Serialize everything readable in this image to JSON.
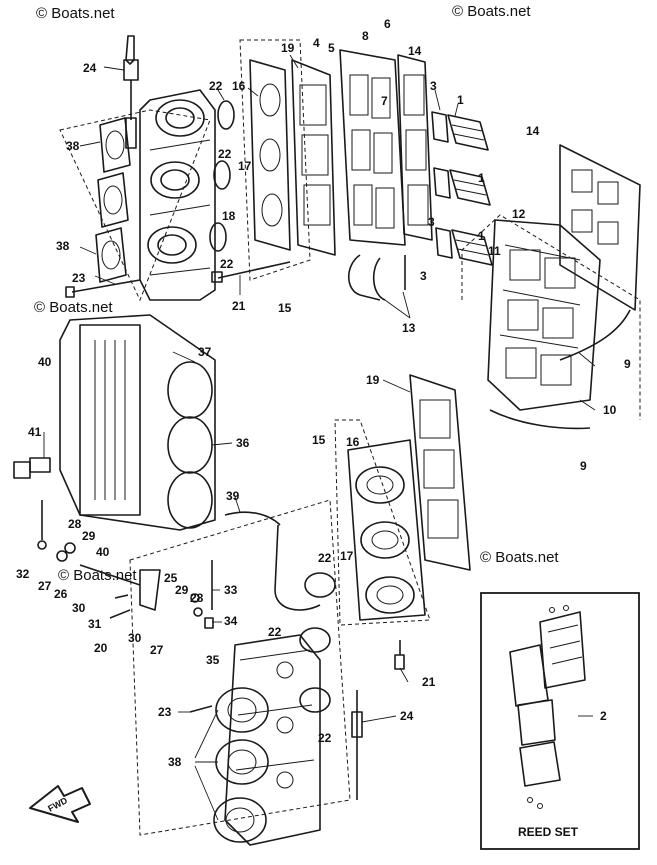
{
  "watermarks": [
    "© Boats.net",
    "© Boats.net",
    "© Boats.net",
    "© Boats.net",
    "© Boats.net"
  ],
  "inset_label": "REED SET",
  "direction_label": "FWD",
  "callouts": [
    {
      "id": "c24a",
      "text": "24"
    },
    {
      "id": "c22a",
      "text": "22"
    },
    {
      "id": "c16a",
      "text": "16"
    },
    {
      "id": "c19a",
      "text": "19"
    },
    {
      "id": "c4",
      "text": "4"
    },
    {
      "id": "c5",
      "text": "5"
    },
    {
      "id": "c8",
      "text": "8"
    },
    {
      "id": "c6",
      "text": "6"
    },
    {
      "id": "c14a",
      "text": "14"
    },
    {
      "id": "c38a",
      "text": "38"
    },
    {
      "id": "c22b",
      "text": "22"
    },
    {
      "id": "c17a",
      "text": "17"
    },
    {
      "id": "c18",
      "text": "18"
    },
    {
      "id": "c7",
      "text": "7"
    },
    {
      "id": "c3a",
      "text": "3"
    },
    {
      "id": "c1a",
      "text": "1"
    },
    {
      "id": "c1b",
      "text": "1"
    },
    {
      "id": "c3b",
      "text": "3"
    },
    {
      "id": "c3c",
      "text": "3"
    },
    {
      "id": "c1c",
      "text": "1"
    },
    {
      "id": "c14b",
      "text": "14"
    },
    {
      "id": "c12",
      "text": "12"
    },
    {
      "id": "c11",
      "text": "11"
    },
    {
      "id": "c38b",
      "text": "38"
    },
    {
      "id": "c22c",
      "text": "22"
    },
    {
      "id": "c23a",
      "text": "23"
    },
    {
      "id": "c21a",
      "text": "21"
    },
    {
      "id": "c15a",
      "text": "15"
    },
    {
      "id": "c13",
      "text": "13"
    },
    {
      "id": "c40a",
      "text": "40"
    },
    {
      "id": "c37",
      "text": "37"
    },
    {
      "id": "c9a",
      "text": "9"
    },
    {
      "id": "c19b",
      "text": "19"
    },
    {
      "id": "c10",
      "text": "10"
    },
    {
      "id": "c36",
      "text": "36"
    },
    {
      "id": "c41",
      "text": "41"
    },
    {
      "id": "c15b",
      "text": "15"
    },
    {
      "id": "c16b",
      "text": "16"
    },
    {
      "id": "c9b",
      "text": "9"
    },
    {
      "id": "c39",
      "text": "39"
    },
    {
      "id": "c28a",
      "text": "28"
    },
    {
      "id": "c29a",
      "text": "29"
    },
    {
      "id": "c40b",
      "text": "40"
    },
    {
      "id": "c22d",
      "text": "22"
    },
    {
      "id": "c17b",
      "text": "17"
    },
    {
      "id": "c32",
      "text": "32"
    },
    {
      "id": "c27a",
      "text": "27"
    },
    {
      "id": "c26",
      "text": "26"
    },
    {
      "id": "c25",
      "text": "25"
    },
    {
      "id": "c33",
      "text": "33"
    },
    {
      "id": "c29b",
      "text": "29"
    },
    {
      "id": "c28b",
      "text": "28"
    },
    {
      "id": "c30a",
      "text": "30"
    },
    {
      "id": "c31",
      "text": "31"
    },
    {
      "id": "c34",
      "text": "34"
    },
    {
      "id": "c20",
      "text": "20"
    },
    {
      "id": "c30b",
      "text": "30"
    },
    {
      "id": "c27b",
      "text": "27"
    },
    {
      "id": "c22e",
      "text": "22"
    },
    {
      "id": "c35",
      "text": "35"
    },
    {
      "id": "c21b",
      "text": "21"
    },
    {
      "id": "c2",
      "text": "2"
    },
    {
      "id": "c23b",
      "text": "23"
    },
    {
      "id": "c24b",
      "text": "24"
    },
    {
      "id": "c22f",
      "text": "22"
    },
    {
      "id": "c38c",
      "text": "38"
    }
  ]
}
